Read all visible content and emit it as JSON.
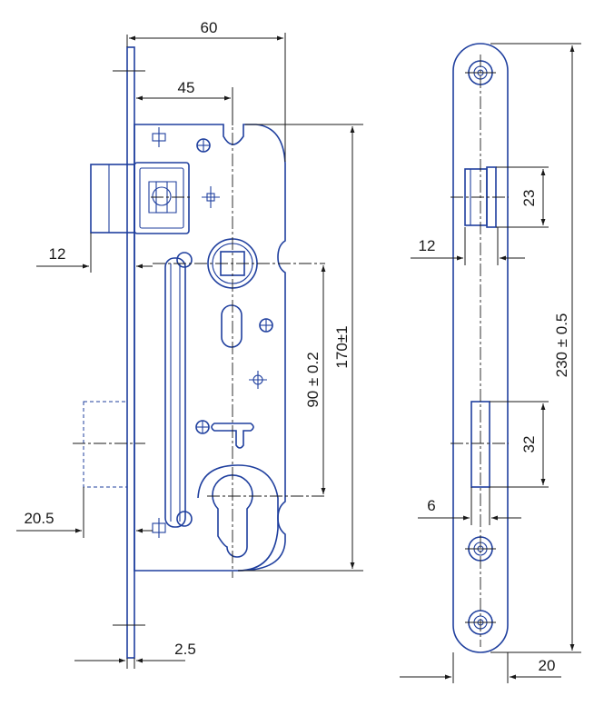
{
  "drawing": {
    "colors": {
      "part_line": "#1f3f9e",
      "dimension_line": "#1a1a1a",
      "background": "#ffffff"
    },
    "dimensions": {
      "width_60": "60",
      "backset_45": "45",
      "latch_12": "12",
      "bolt_20_5": "20.5",
      "faceplate_2_5": "2.5",
      "distance_90": "90 ± 0.2",
      "height_170": "170±1",
      "latch_height_23": "23",
      "strike_offset_12": "12",
      "faceplate_length_230": "230 ± 0.5",
      "bolt_height_32": "32",
      "bolt_offset_6": "6",
      "faceplate_width_20": "20"
    }
  }
}
